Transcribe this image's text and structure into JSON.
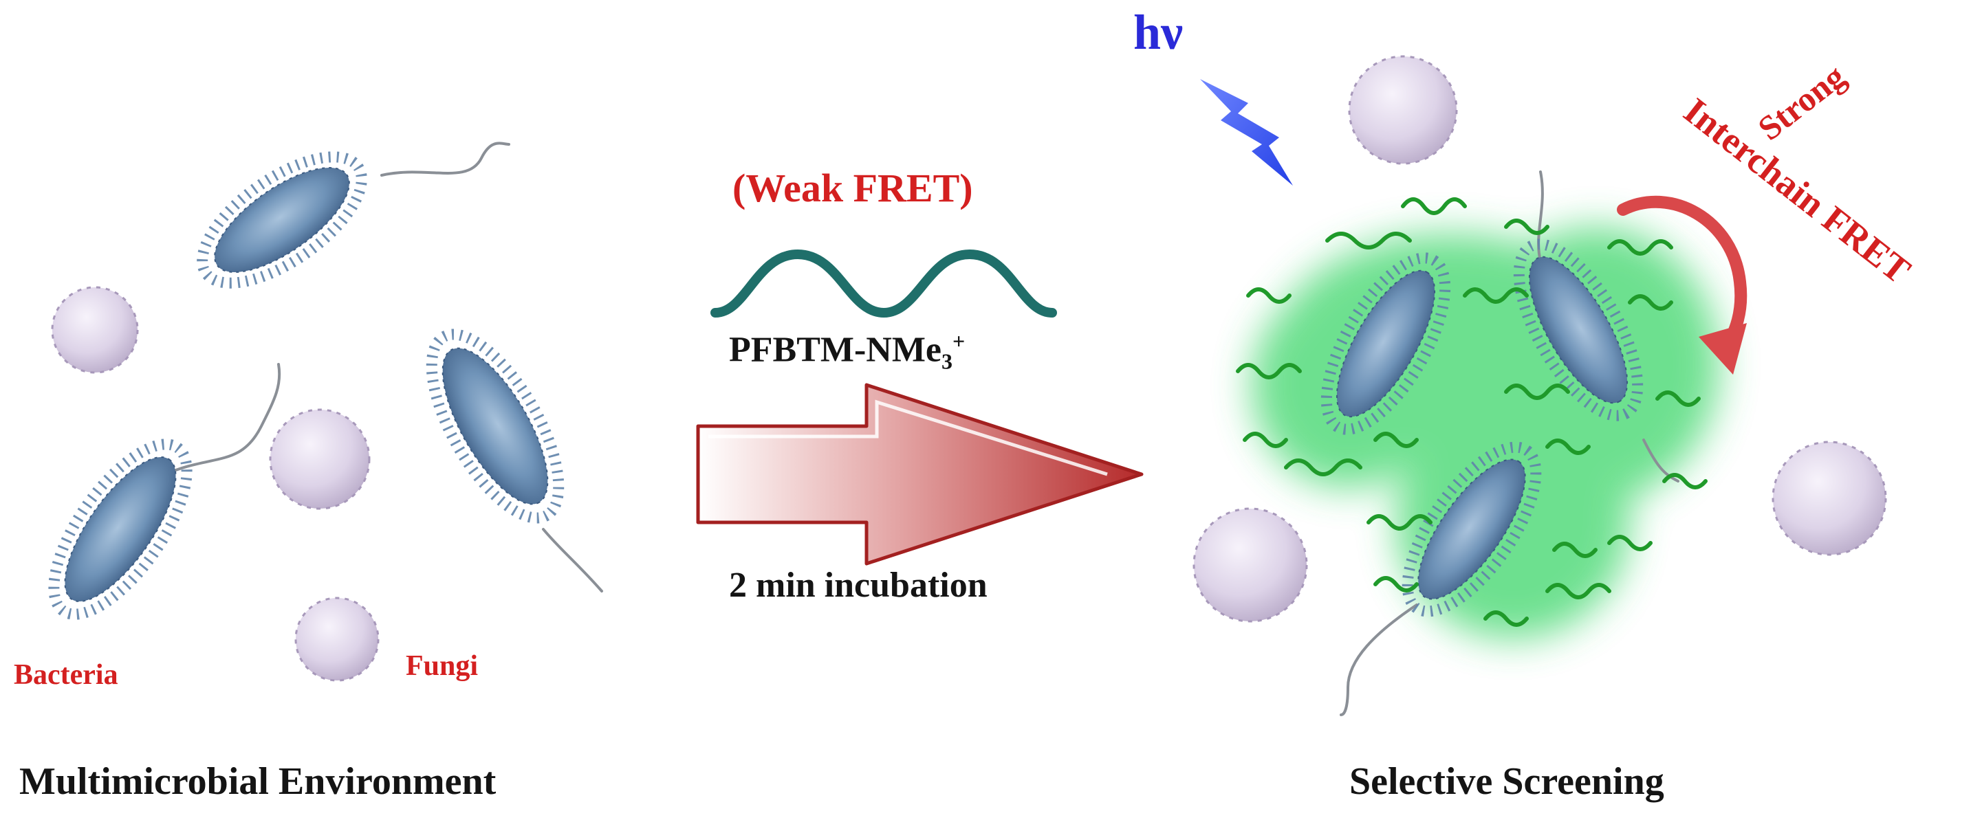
{
  "labels": {
    "bacteria": "Bacteria",
    "fungi": "Fungi",
    "left_caption": "Multimicrobial Environment",
    "right_caption": "Selective Screening",
    "weak_fret": "(Weak FRET)",
    "polymer_name": "PFBTM-NMe",
    "polymer_subscript": "3",
    "polymer_superscript": "+",
    "incubation": "2 min incubation",
    "light": "hν",
    "strong": "Strong",
    "interchain_fret": "Interchain FRET"
  },
  "colors": {
    "label_red": "#d42020",
    "light_blue": "#2a2ad8",
    "polymer_teal": "#1f6f6a",
    "polymer_green": "#1f9a2a",
    "glow_green": "#3dd66b",
    "bacteria_blue": "#6f93b8",
    "fungi_lavender": "#ddd3e8",
    "arrow_red": "#c23a3a"
  },
  "icons": {
    "bacterium": "bacterium-icon",
    "fungus": "fungus-spore-icon",
    "lightning": "lightning-bolt-icon",
    "process_arrow": "right-arrow-icon",
    "curved_arrow": "curved-arrow-icon"
  }
}
